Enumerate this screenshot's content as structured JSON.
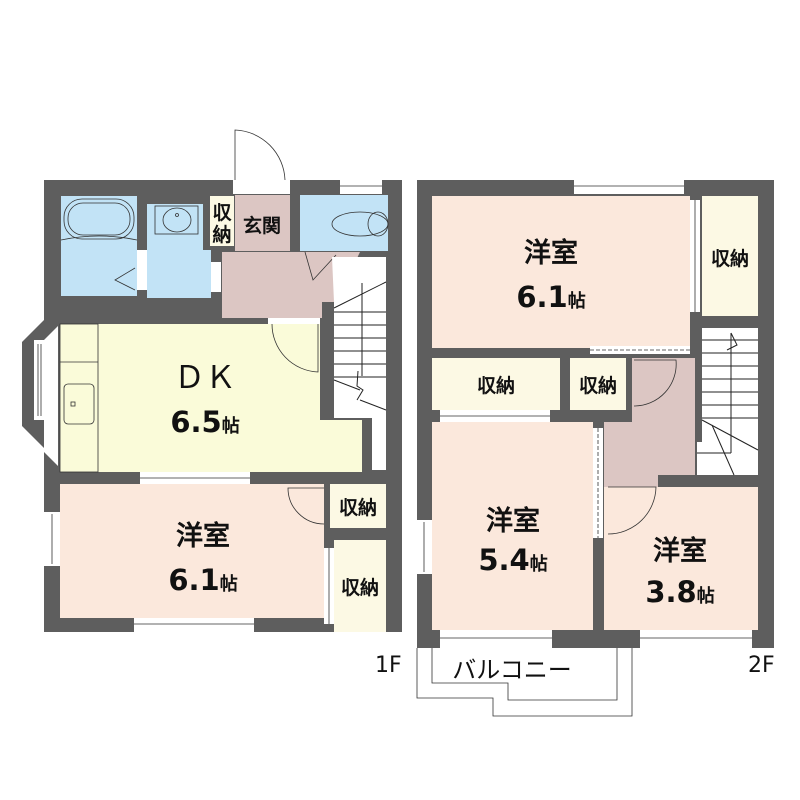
{
  "colors": {
    "wall": "#5e5e5e",
    "western_room": "#fbe8dc",
    "dining_kitchen": "#fafbd9",
    "storage": "#fcf9e4",
    "entrance_hall": "#dcc6c3",
    "wet_area": "#c2e3f6",
    "stairs": "#ffffff"
  },
  "floor1": {
    "label": "1F",
    "rooms": {
      "dk": {
        "name": "ＤＫ",
        "area": "6.5",
        "unit": "帖"
      },
      "western": {
        "name": "洋室",
        "area": "6.1",
        "unit": "帖"
      },
      "entrance": {
        "name": "玄関"
      },
      "entrance_storage": {
        "name_line1": "収",
        "name_line2": "納"
      },
      "storage_upper": {
        "name": "収納"
      },
      "storage_lower": {
        "name": "収納"
      }
    }
  },
  "floor2": {
    "label": "2F",
    "rooms": {
      "western_north": {
        "name": "洋室",
        "area": "6.1",
        "unit": "帖"
      },
      "western_sw": {
        "name": "洋室",
        "area": "5.4",
        "unit": "帖"
      },
      "western_se": {
        "name": "洋室",
        "area": "3.8",
        "unit": "帖"
      },
      "storage_ne": {
        "name": "収納"
      },
      "storage_mid_left": {
        "name": "収納"
      },
      "storage_mid_right": {
        "name": "収納"
      },
      "balcony": {
        "name": "バルコニー"
      }
    }
  }
}
